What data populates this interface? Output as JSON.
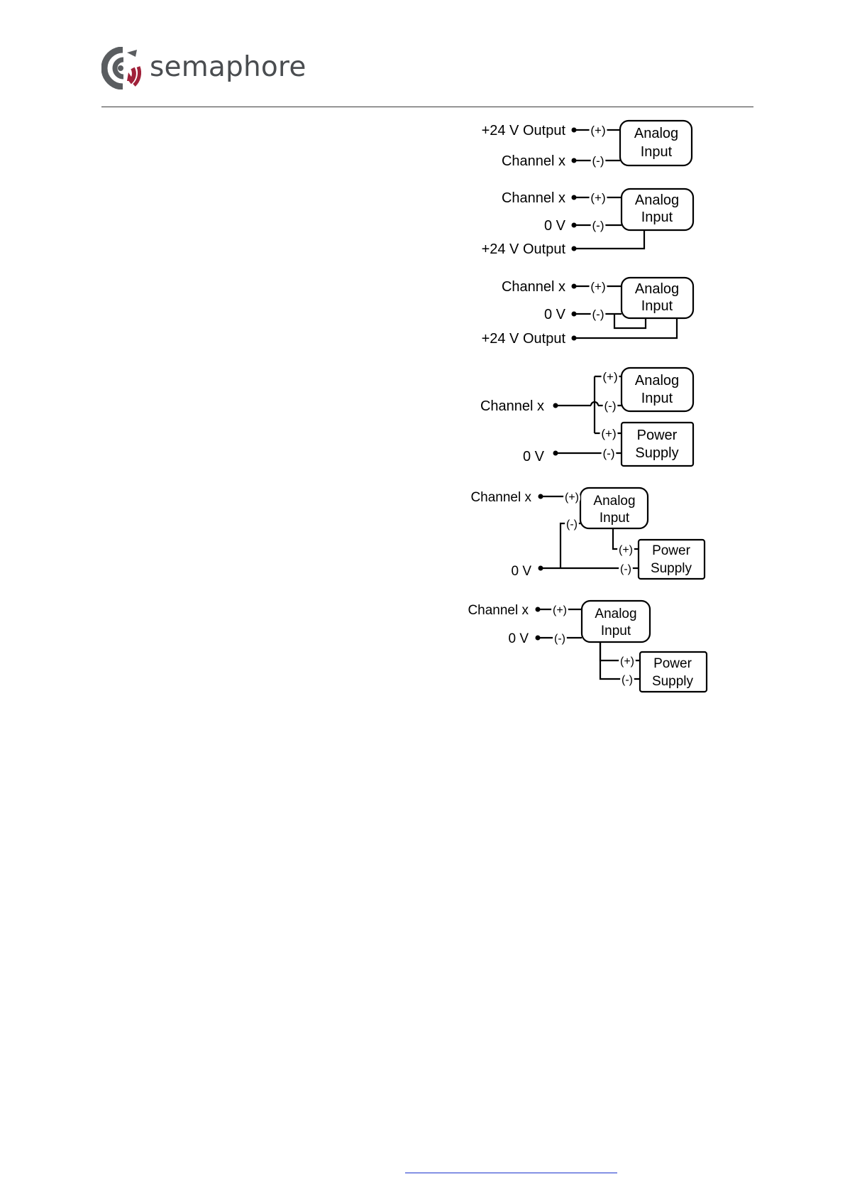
{
  "header": {
    "brand": "semaphore",
    "colors": {
      "wordmark": "#4a4d50",
      "logo_gray": "#5a5d60",
      "logo_red": "#a0213a"
    }
  },
  "diagrams": [
    {
      "terminals": [
        "+24 V Output",
        "Channel x"
      ],
      "pins": [
        "(+)",
        "(-)"
      ],
      "devices": [
        [
          "Analog",
          "Input"
        ]
      ]
    },
    {
      "terminals": [
        "Channel x",
        "0 V",
        "+24 V Output"
      ],
      "pins": [
        "(+)",
        "(-)"
      ],
      "devices": [
        [
          "Analog",
          "Input"
        ]
      ]
    },
    {
      "terminals": [
        "Channel x",
        "0 V",
        "+24 V Output"
      ],
      "pins": [
        "(+)",
        "(-)"
      ],
      "devices": [
        [
          "Analog",
          "Input"
        ]
      ]
    },
    {
      "terminals": [
        "Channel x",
        "0 V"
      ],
      "pins": [
        "(+)",
        "(-)",
        "(+)",
        "(-)"
      ],
      "devices": [
        [
          "Analog",
          "Input"
        ],
        [
          "Power",
          "Supply"
        ]
      ]
    },
    {
      "terminals": [
        "Channel x",
        "0 V"
      ],
      "pins": [
        "(+)",
        "(-)",
        "(+)",
        "(-)"
      ],
      "devices": [
        [
          "Analog",
          "Input"
        ],
        [
          "Power",
          "Supply"
        ]
      ]
    },
    {
      "terminals": [
        "Channel x",
        "0 V"
      ],
      "pins": [
        "(+)",
        "(-)",
        "(+)",
        "(-)"
      ],
      "devices": [
        [
          "Analog",
          "Input"
        ],
        [
          "Power",
          "Supply"
        ]
      ]
    }
  ],
  "footer": {
    "link_text": ""
  }
}
